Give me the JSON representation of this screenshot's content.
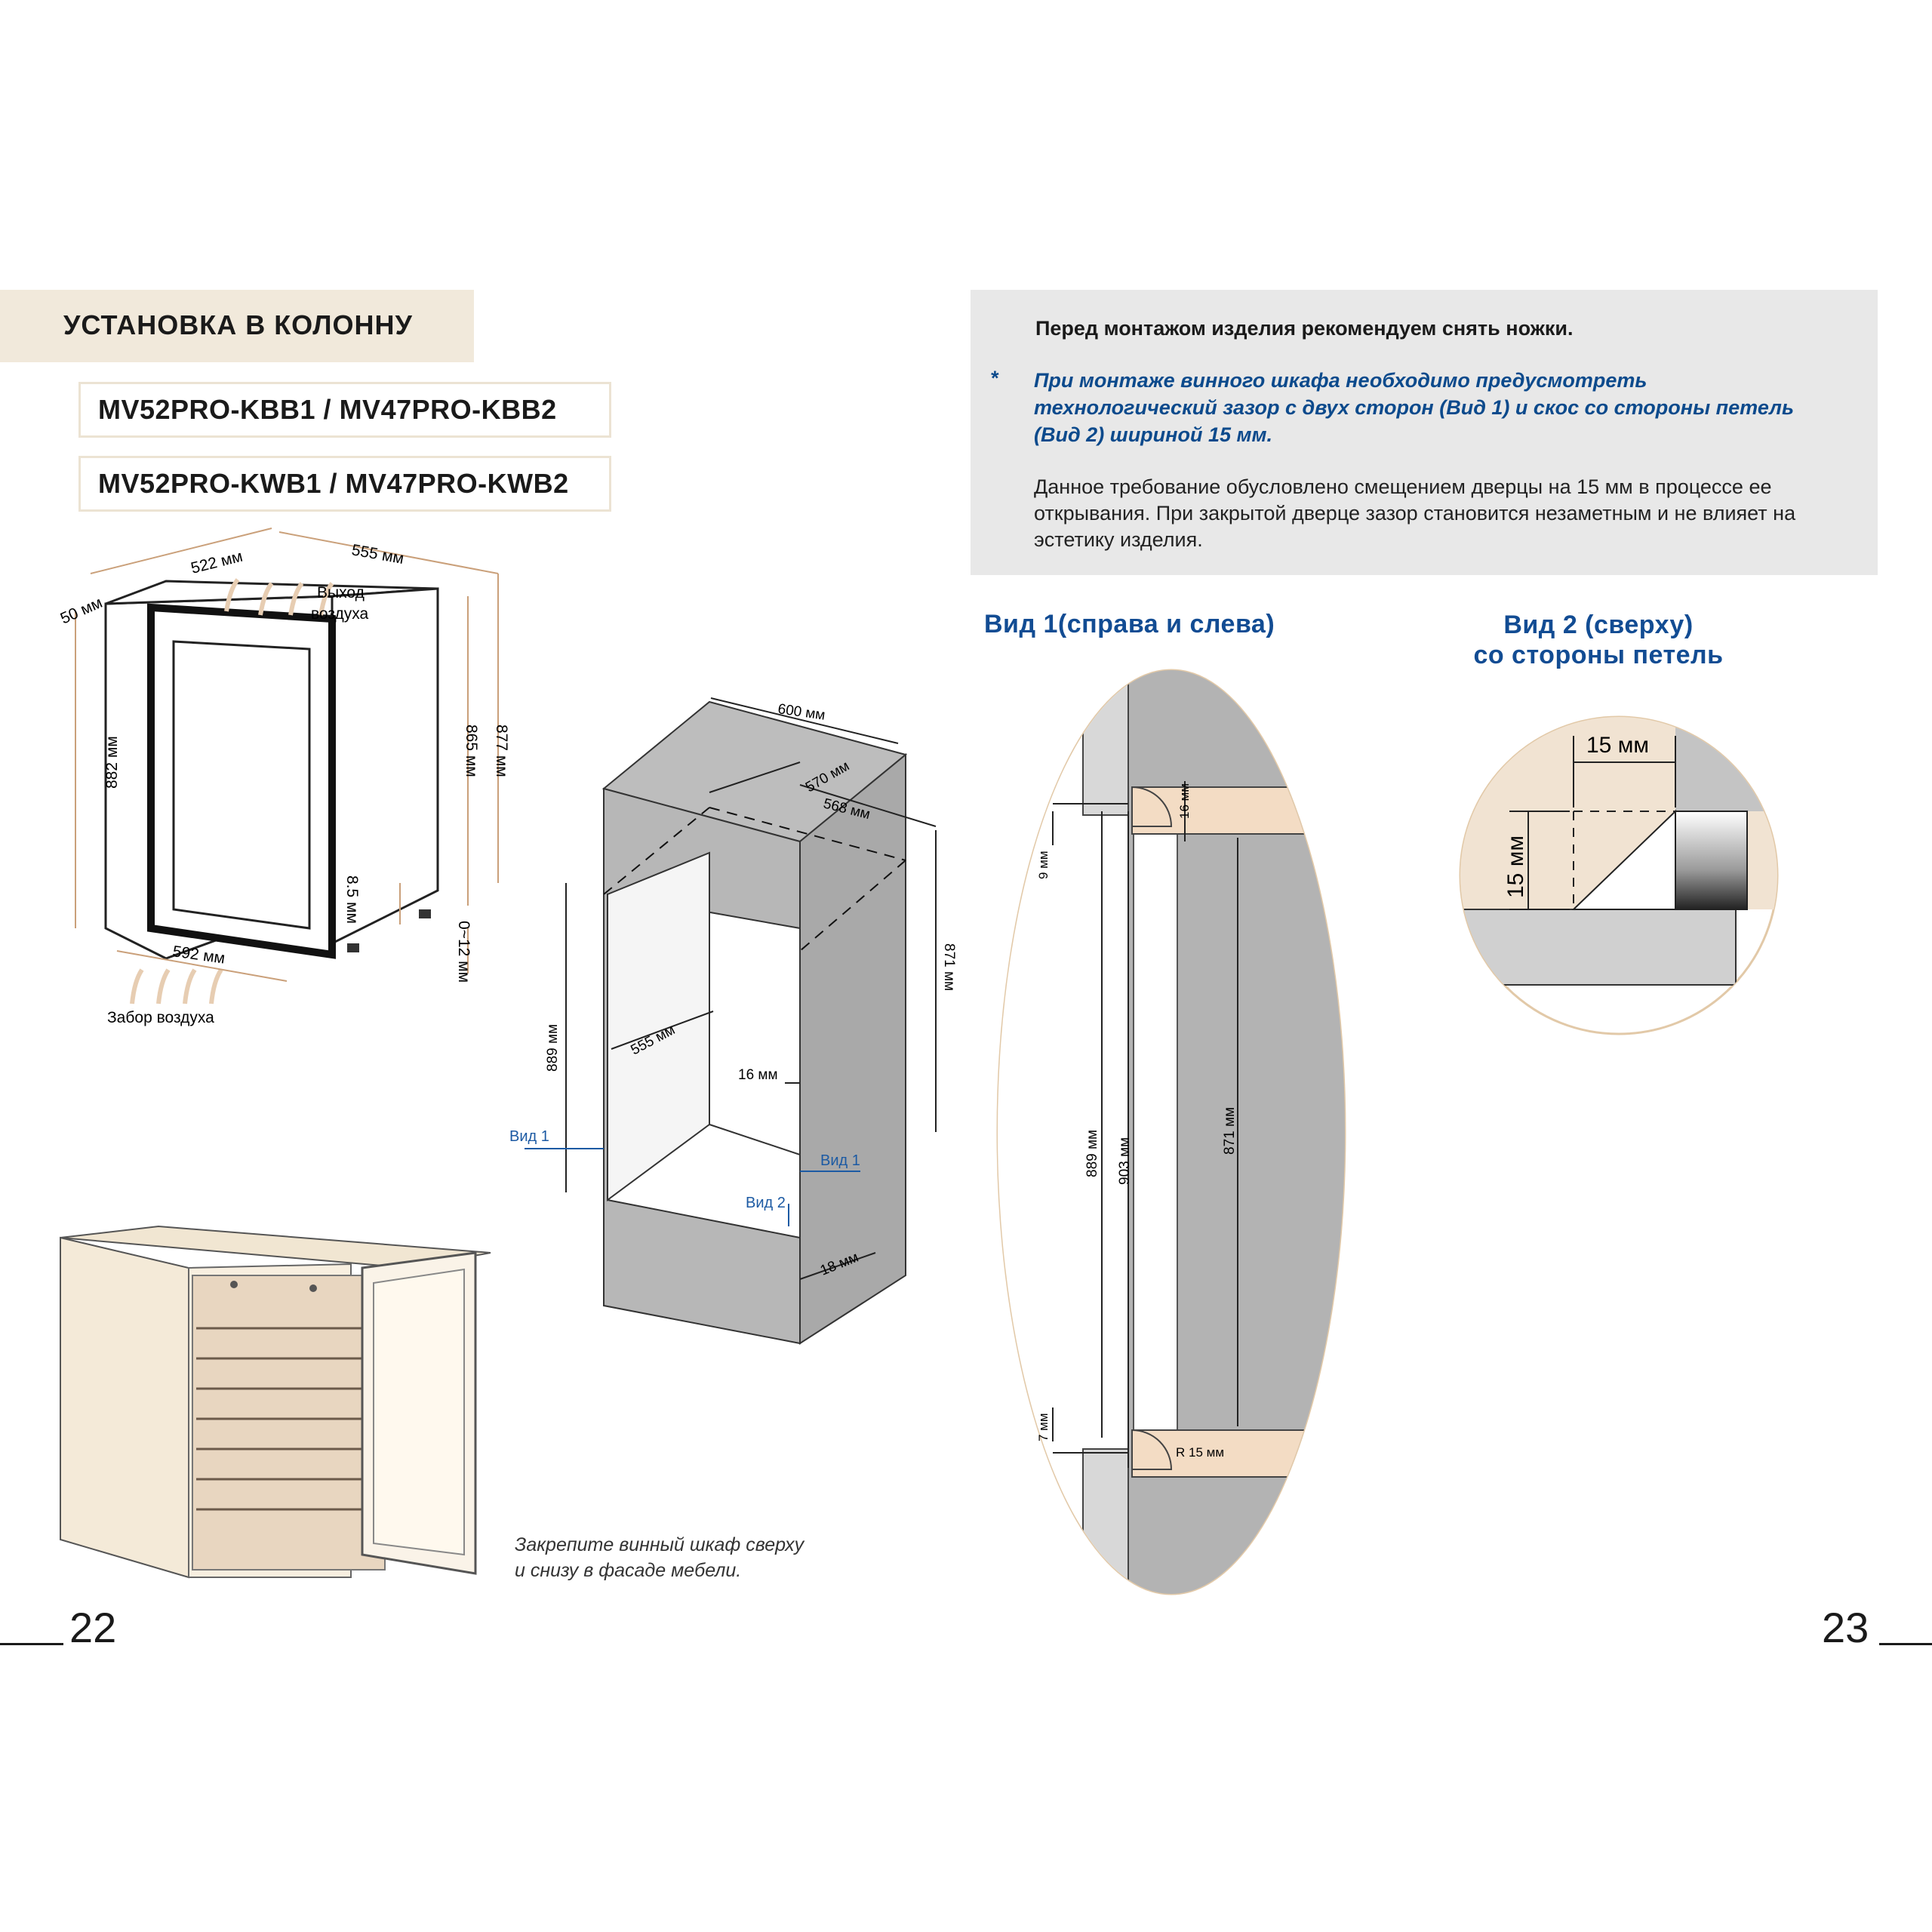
{
  "left": {
    "title": "УСТАНОВКА В КОЛОННУ",
    "models": [
      "MV52PRO-KBB1 / MV47PRO-KBB2",
      "MV52PRO-KWB1 / MV47PRO-KWB2"
    ],
    "fridge_dims": {
      "depth_top": "522 мм",
      "width_top": "555 мм",
      "door_offset": "50 мм",
      "height_left": "882 мм",
      "height_865": "865 мм",
      "height_877": "877 мм",
      "gap_85": "8.5 мм",
      "legs": "0~12 мм",
      "width_bottom": "592 мм"
    },
    "air_out": [
      "Выход",
      "воздуха"
    ],
    "air_in": "Забор воздуха",
    "niche_dims": {
      "w600": "600 мм",
      "d570": "570 мм",
      "d568": "568 мм",
      "h871": "871 мм",
      "h889": "889 мм",
      "d555": "555 мм",
      "g16": "16 мм",
      "g18": "18 мм"
    },
    "view1_label": "Вид 1",
    "view2_label": "Вид 2",
    "caption": [
      "Закрепите винный шкаф сверху",
      "и снизу в фасаде мебели."
    ],
    "page_number": "22"
  },
  "right": {
    "note_bold": "Перед монтажом изделия рекомендуем снять ножки.",
    "note_star": "*",
    "note_blue": [
      "При монтаже винного шкафа необходимо предусмотреть",
      "технологический зазор с двух сторон (Вид 1) и скос со стороны петель",
      "(Вид 2) шириной 15 мм."
    ],
    "note_body": [
      "Данное требование обусловлено смещением дверцы на 15 мм в процессе ее",
      "открывания. При закрытой дверце зазор становится незаметным и не влияет на",
      "эстетику изделия."
    ],
    "view1_heading": "Вид 1(справа и слева)",
    "view2_heading": [
      "Вид 2 (сверху)",
      "со стороны петель"
    ],
    "view1_dims": {
      "d16": "16 мм",
      "d9": "9 мм",
      "d889": "889 мм",
      "d903": "903 мм",
      "d871": "871 мм",
      "d7": "7 мм",
      "r15": "R 15 мм"
    },
    "view2_dims": {
      "h15": "15 мм",
      "v15": "15 мм"
    },
    "page_number": "23"
  },
  "colors": {
    "beige": "#f1e9db",
    "wood": "#f3dcc4",
    "panel_gray": "#b2b2b2",
    "blue": "#124c93",
    "note_bg": "#e8e8e8"
  }
}
